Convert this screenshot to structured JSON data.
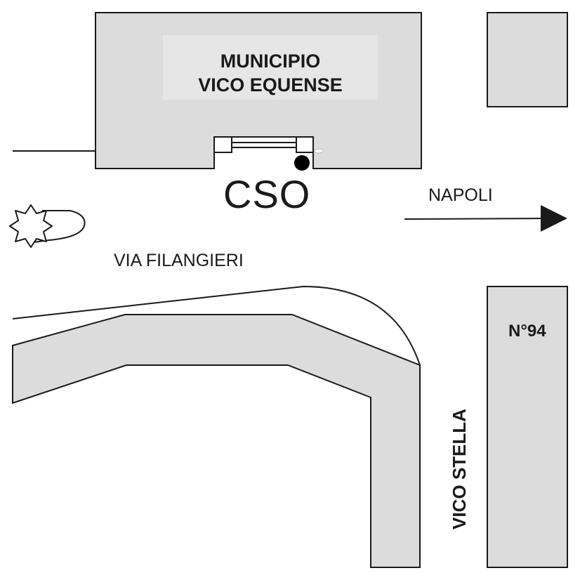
{
  "map": {
    "building_label_line1": "MUNICIPIO",
    "building_label_line2": "VICO EQUENSE",
    "marker_label": "CSO",
    "direction_label": "NAPOLI",
    "street_main": "VIA FILANGIERI",
    "street_side": "VICO STELLA",
    "civic_number": "N°94"
  },
  "colors": {
    "building_fill": "#dcdcdc",
    "line": "#1a1a1a",
    "background": "#ffffff",
    "marker": "#000000"
  },
  "icons": {
    "marker": "location-dot-icon",
    "arrow": "arrow-right-icon",
    "flower": "flower-decoration-icon"
  }
}
